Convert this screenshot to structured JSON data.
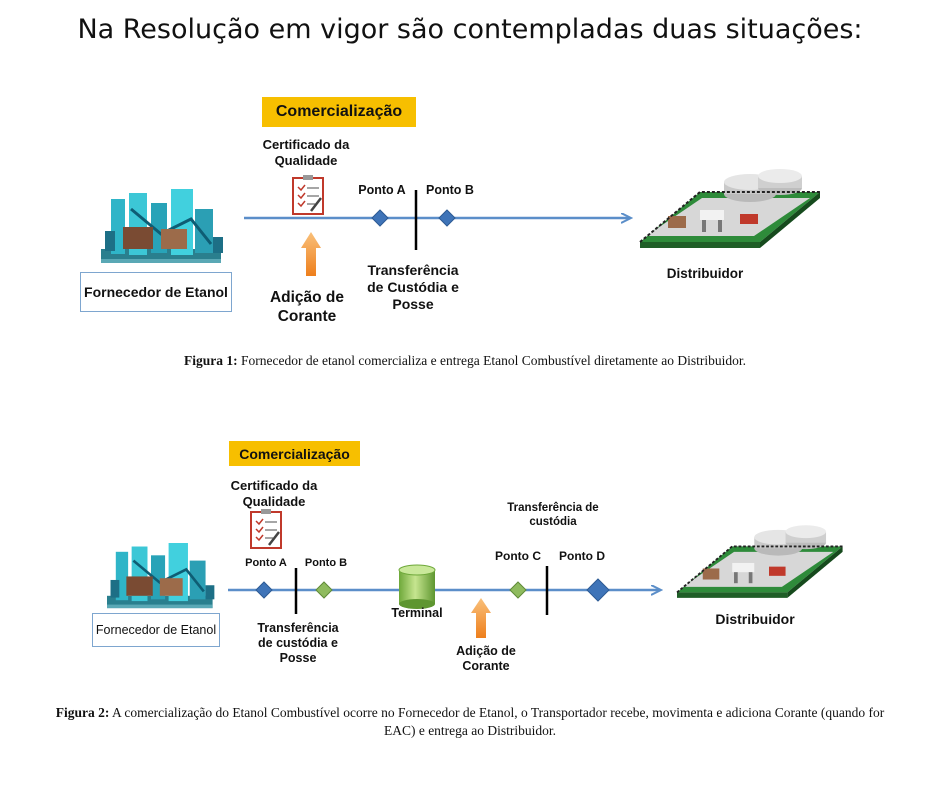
{
  "title": "Na Resolução em vigor são contempladas duas situações:",
  "figure1": {
    "badge": "Comercialização",
    "certificate_label": "Certificado da Qualidade",
    "ponto_a": "Ponto A",
    "ponto_b": "Ponto B",
    "transfer_label": "Transferência de Custódia e Posse",
    "dye_label": "Adição de Corante",
    "supplier_label": "Fornecedor de Etanol",
    "distributor_label": "Distribuidor",
    "caption_bold": "Figura 1:",
    "caption_text": "Fornecedor de etanol comercializa e entrega Etanol Combustível diretamente ao Distribuidor."
  },
  "figure2": {
    "badge": "Comercialização",
    "certificate_label": "Certificado da Qualidade",
    "ponto_a": "Ponto A",
    "ponto_b": "Ponto B",
    "transfer_label_1": "Transferência de custódia e Posse",
    "terminal_label": "Terminal",
    "dye_label": "Adição de Corante",
    "transfer_label_2": "Transferência de custódia",
    "ponto_c": "Ponto C",
    "ponto_d": "Ponto D",
    "supplier_label": "Fornecedor de Etanol",
    "distributor_label": "Distribuidor",
    "caption_bold": "Figura 2:",
    "caption_text": "A comercialização do Etanol Combustível ocorre no Fornecedor de Etanol, o Transportador recebe, movimenta e adiciona Corante (quando for EAC) e entrega ao Distribuidor."
  },
  "colors": {
    "flow_line": "#5b8ec9",
    "diamond_blue": "#3f74b8",
    "diamond_green": "#8fbb5e",
    "badge": "#f7bf00",
    "dye_arrow": "#f08a24",
    "terminal_tank": "#8cc152"
  }
}
